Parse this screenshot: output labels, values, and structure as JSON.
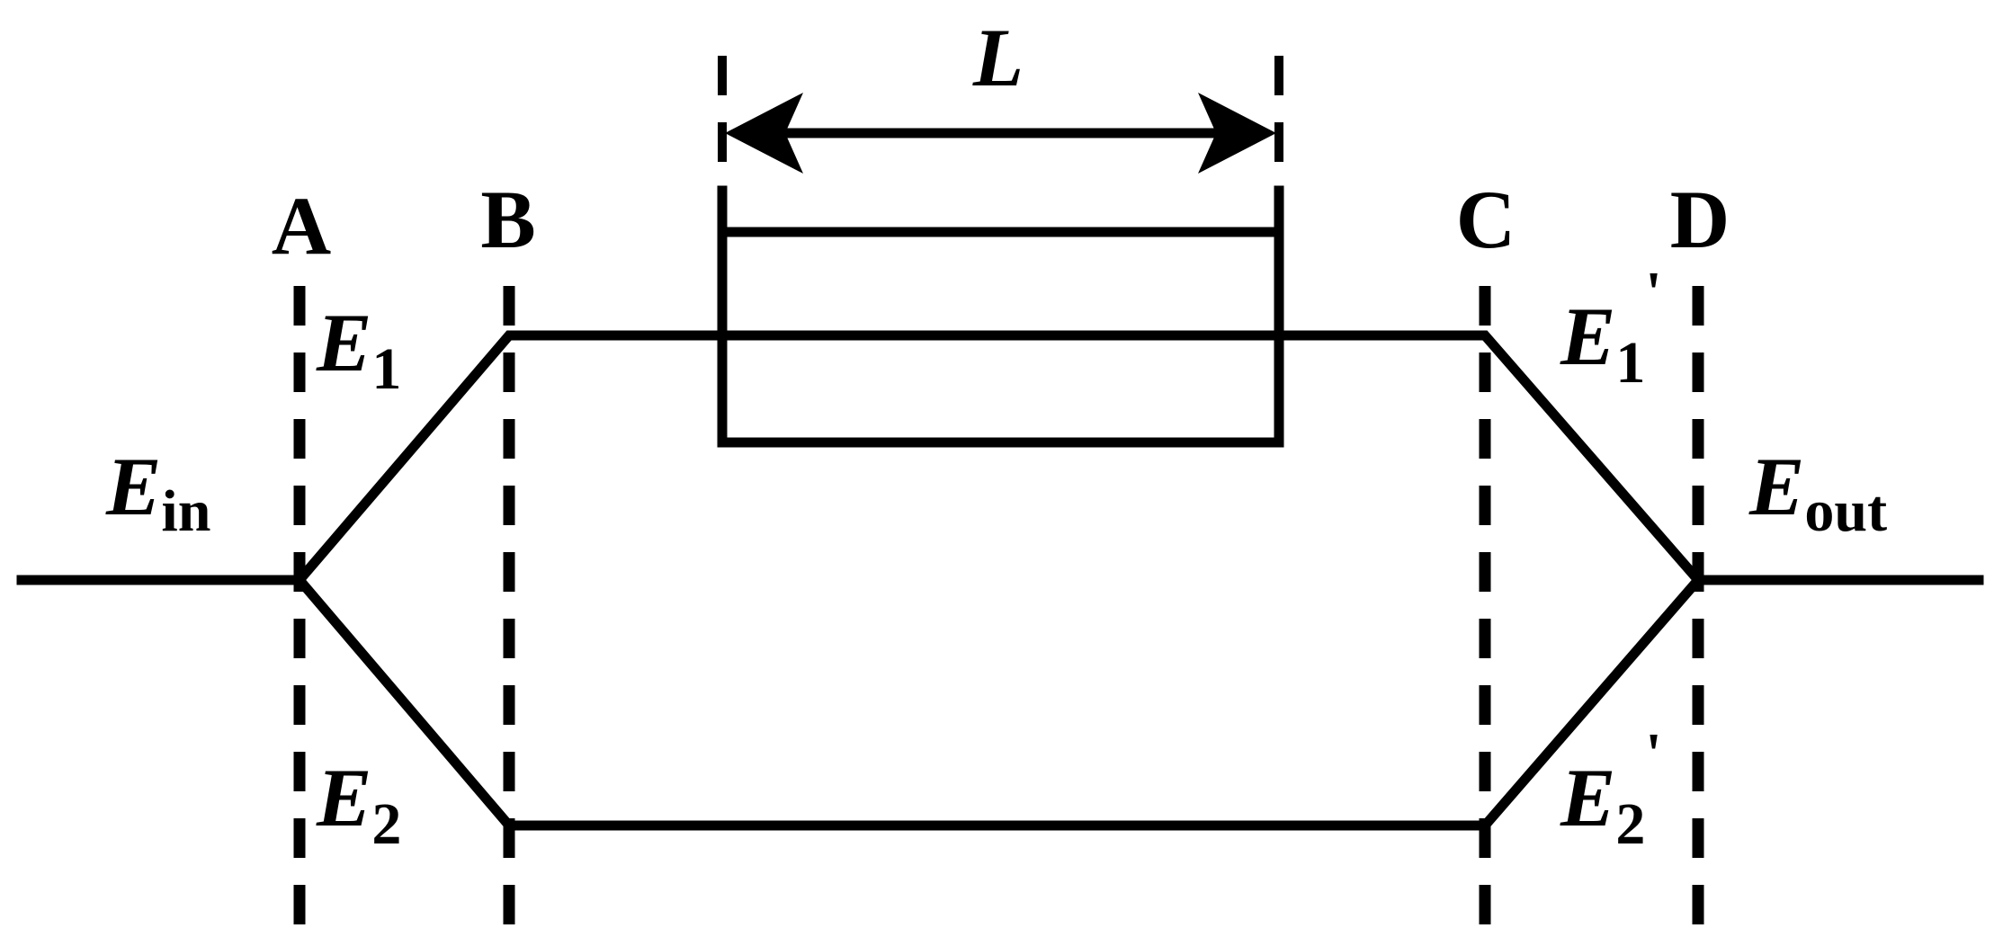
{
  "diagram": {
    "planes": {
      "a": "A",
      "b": "B",
      "c": "C",
      "d": "D"
    },
    "length_label": "L",
    "fields": {
      "input": {
        "symbol": "E",
        "subscript": "in"
      },
      "output": {
        "symbol": "E",
        "subscript": "out"
      },
      "e1": {
        "symbol": "E",
        "subscript": "1"
      },
      "e2": {
        "symbol": "E",
        "subscript": "2"
      },
      "e1_prime": {
        "symbol": "E",
        "subscript": "1",
        "prime": "'"
      },
      "e2_prime": {
        "symbol": "E",
        "subscript": "2",
        "prime": "'"
      }
    }
  }
}
